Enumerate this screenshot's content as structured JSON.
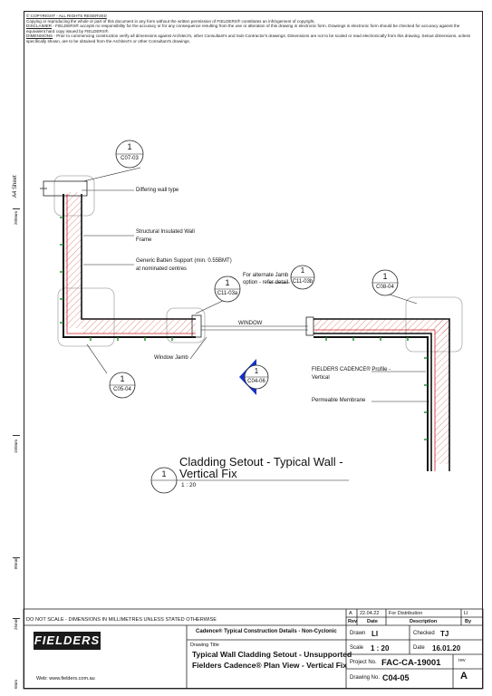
{
  "notes": {
    "copyright_heading": "© COPYRIGHT - ALL RIGHTS RESERVED",
    "copyright_text": "Copying or reproducing the whole or part of this document in any form without the written permission of FIELDERS® constitutes an infringement of copyright.",
    "disclaimer_heading": "DISCLAIMER",
    "disclaimer_text": " - FIELDERS® accepts no responsibility for the accuracy or for any consequence resulting from the use or alteration of this drawing in electronic form.  Drawings in electronic form should be checked for accuracy against the equivalent hard copy issued by FIELDERS®.",
    "dimensions_heading": "DIMENSIONS",
    "dimensions_text": " - Prior to commencing construction verify all dimensions against Architect's, other Consultant's and Sub-Contractor's drawings. Dimensions are not to be scaled or read electronically from this drawing. Setout dimensions, unless specifically shown, are to be obtained from the Architect's or other Consultant's drawings."
  },
  "sheet_label": "A4 Sheet",
  "ruler": [
    "200mm",
    "150mm",
    "80mm",
    "25mm",
    "0mm"
  ],
  "bubbles": {
    "b_c0703": {
      "num": "1",
      "ref": "C07-03"
    },
    "b_c1103a": {
      "num": "1",
      "ref": "C11-03a"
    },
    "b_c1103b": {
      "num": "1",
      "ref": "C11-03b"
    },
    "b_c0804": {
      "num": "1",
      "ref": "C08-04"
    },
    "b_c0504": {
      "num": "1",
      "ref": "C05-04"
    },
    "b_c0406": {
      "num": "1",
      "ref": "C04-06"
    },
    "b_title": {
      "num": "1"
    }
  },
  "callouts": {
    "differing_wall": "Differing wall type",
    "sip_1": "Structural Insulated Wall",
    "sip_2": "Frame",
    "batten_1": "Generic Batten Support (min. 0.55BMT)",
    "batten_2": "at nominated centres",
    "alt_jamb_1": "For alternate Jamb",
    "alt_jamb_2": "option - refer detail",
    "window": "WINDOW",
    "window_jamb": "Window Jamb",
    "profile_1": "FIELDERS CADENCE® Profile -",
    "profile_2": "Vertical",
    "membrane": "Permeable Membrane"
  },
  "diagram_title": {
    "line1": "Cladding Setout - Typical Wall -",
    "line2": "Vertical Fix",
    "scale": "1 : 20"
  },
  "title_block": {
    "dont_scale": "DO NOT SCALE - DIMENSIONS IN MILLIMETRES UNLESS STATED OTHERWISE",
    "logo": "FIELDERS",
    "website": "Web: www.fielders.com.au",
    "series": "Cadence® Typical Construction Details - Non-Cyclonic",
    "drawing_title_label": "Drawing Title",
    "drawing_title_1": "Typical Wall Cladding Setout - Unsupported",
    "drawing_title_2": "Fielders Cadence® Plan View - Vertical Fix",
    "rev_row": {
      "rev": "A",
      "date": "22.04.22",
      "description": "For Distribution",
      "by": "LI"
    },
    "rev_headers": {
      "rev": "Rev",
      "date": "Date",
      "description": "Description",
      "by": "By"
    },
    "drawn_label": "Drawn",
    "drawn_value": "LI",
    "checked_label": "Checked",
    "checked_value": "TJ",
    "scale_label": "Scale",
    "scale_value": "1 : 20",
    "date_label": "Date",
    "date_value": "16.01.20",
    "project_label": "Project No.",
    "project_value": "FAC-CA-19001",
    "rev_label": "rev",
    "drawing_no_label": "Drawing No.",
    "drawing_no_value": "C04-05",
    "rev_value": "A"
  }
}
